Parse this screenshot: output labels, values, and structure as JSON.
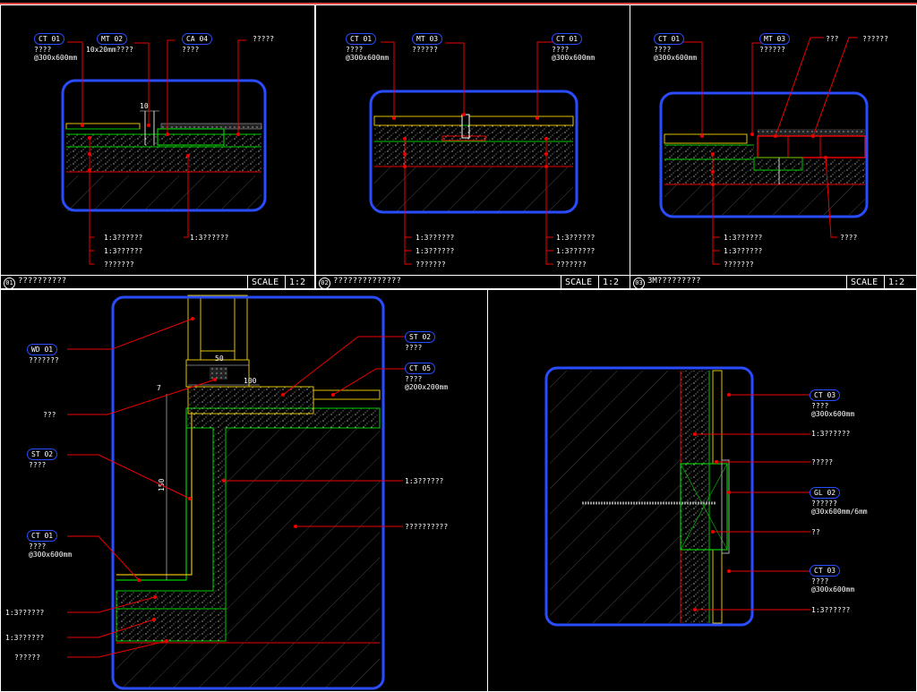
{
  "panels": [
    {
      "number": "01",
      "title": "??????????",
      "scale_label": "SCALE",
      "scale_value": "1:2",
      "tags": [
        {
          "code": "CT 01",
          "desc": "????\n@300x600mm"
        },
        {
          "code": "MT 02",
          "desc": "10x20mm????"
        },
        {
          "code": "CA 04",
          "desc": "????"
        }
      ],
      "notes": [
        "?????",
        "1:3??????",
        "1:3??????",
        "1:3??????",
        "???????"
      ],
      "dims": [
        "10"
      ]
    },
    {
      "number": "02",
      "title": "??????????????",
      "scale_label": "SCALE",
      "scale_value": "1:2",
      "tags": [
        {
          "code": "CT 01",
          "desc": "????\n@300x600mm"
        },
        {
          "code": "MT 03",
          "desc": "??????"
        },
        {
          "code": "CT 01",
          "desc": "????\n@300x600mm"
        }
      ],
      "notes": [
        "1:3??????",
        "1:3??????",
        "???????",
        "1:3??????",
        "1:3??????",
        "???????"
      ]
    },
    {
      "number": "03",
      "title": "3M?????????",
      "scale_label": "SCALE",
      "scale_value": "1:2",
      "tags": [
        {
          "code": "CT 01",
          "desc": "????\n@300x600mm"
        },
        {
          "code": "MT 03",
          "desc": "??????"
        }
      ],
      "notes": [
        "???",
        "??????",
        "1:3??????",
        "1:3??????",
        "???????",
        "????"
      ]
    },
    {
      "tags": [
        {
          "code": "WD 01",
          "desc": "???????"
        },
        {
          "code": "ST 02",
          "desc": "????"
        },
        {
          "code": "CT 05",
          "desc": "????\n@200x200mm"
        },
        {
          "code": "ST 02",
          "desc": "????"
        },
        {
          "code": "CT 01",
          "desc": "????\n@300x600mm"
        }
      ],
      "notes": [
        "???",
        "1:3??????",
        "??????????",
        "1:3??????",
        "1:3??????",
        "??????"
      ],
      "dims": [
        "50",
        "100",
        "7",
        "150"
      ]
    },
    {
      "tags": [
        {
          "code": "CT 03",
          "desc": "????\n@300x600mm"
        },
        {
          "code": "GL 02",
          "desc": "??????\n@30x600mm/6mm"
        },
        {
          "code": "CT 03",
          "desc": "????\n@300x600mm"
        }
      ],
      "notes": [
        "1:3??????",
        "?????",
        "??",
        "1:3??????"
      ]
    }
  ],
  "colors": {
    "border": "#2a4cff",
    "leader": "#e00000",
    "substrate": "#00c000",
    "tile": "#e0c000",
    "background": "#000000"
  }
}
